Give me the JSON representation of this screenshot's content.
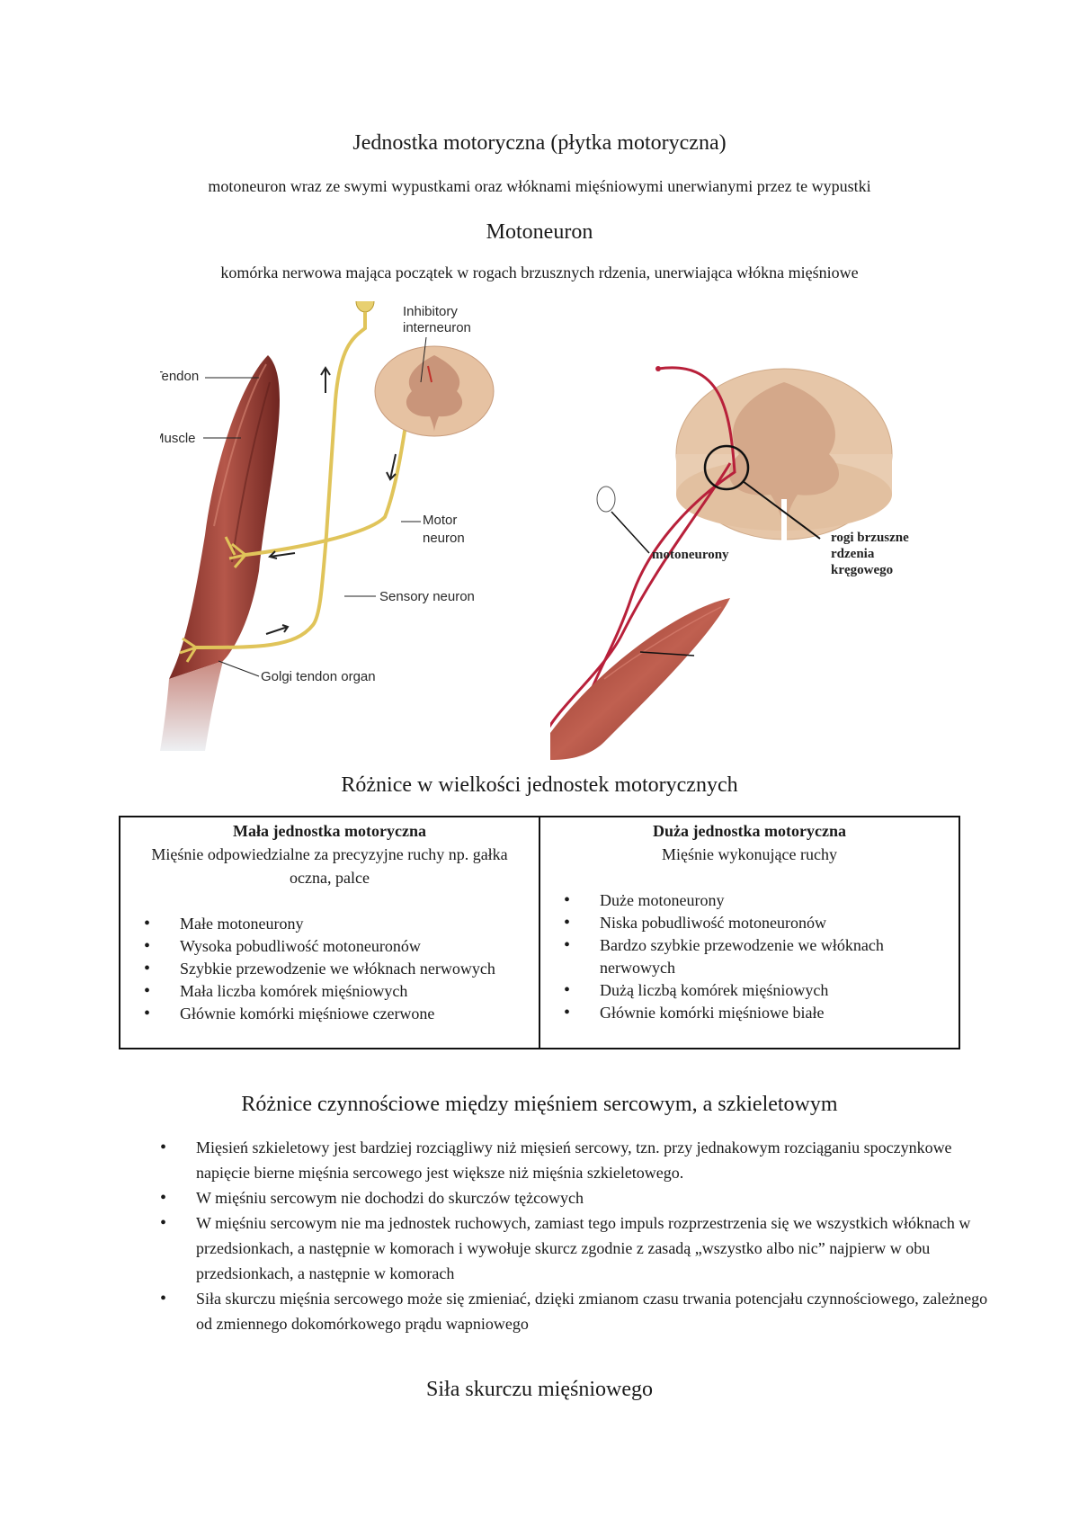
{
  "titles": {
    "motor_unit": "Jednostka motoryczna (płytka motoryczna)",
    "motor_unit_def": "motoneuron wraz ze swymi wypustkami oraz włóknami mięśniowymi unerwianymi przez te wypustki",
    "motoneuron": "Motoneuron",
    "motoneuron_def": "komórka nerwowa mająca początek w rogach brzusznych rdzenia, unerwiająca włókna mięśniowe",
    "size_diff": "Różnice w wielkości jednostek motorycznych",
    "func_diff": "Różnice czynnościowe między mięśniem sercowym, a szkieletowym",
    "force": "Siła skurczu mięśniowego"
  },
  "figure_left": {
    "labels": {
      "inhibitory1": "Inhibitory",
      "inhibitory2": "interneuron",
      "tendon": "Tendon",
      "muscle": "Muscle",
      "motor1": "Motor",
      "motor2": "neuron",
      "sensory": "Sensory neuron",
      "golgi": "Golgi tendon organ"
    }
  },
  "figure_right": {
    "labels": {
      "motoneurony": "motoneurony",
      "rogi1": "rogi brzuszne",
      "rogi2": "rdzenia",
      "rogi3": "kręgowego"
    }
  },
  "comparison": {
    "small": {
      "title": "Mała jednostka motoryczna",
      "desc": "Mięśnie odpowiedzialne za precyzyjne ruchy np. gałka oczna, palce",
      "items": [
        "Małe motoneurony",
        "Wysoka pobudliwość motoneuronów",
        "Szybkie przewodzenie we włóknach nerwowych",
        "Mała liczba komórek mięśniowych",
        "Głównie komórki mięśniowe czerwone"
      ]
    },
    "large": {
      "title": "Duża jednostka motoryczna",
      "desc": "Mięśnie wykonujące ruchy",
      "items": [
        "Duże motoneurony",
        "Niska pobudliwość motoneuronów",
        "Bardzo szybkie przewodzenie we włóknach nerwowych",
        "Dużą liczbą komórek mięśniowych",
        "Głównie komórki mięśniowe białe"
      ]
    }
  },
  "functional": [
    "Mięsień szkieletowy jest bardziej rozciągliwy niż mięsień sercowy, tzn. przy jednakowym rozciąganiu spoczynkowe napięcie bierne mięśnia sercowego jest większe  niż mięśnia szkieletowego.",
    "W mięśniu sercowym nie dochodzi do skurczów tężcowych",
    "W mięśniu sercowym nie ma jednostek ruchowych, zamiast tego impuls rozprzestrzenia się we wszystkich włóknach w przedsionkach, a następnie w komorach i wywołuje skurcz zgodnie z zasadą „wszystko albo nic” najpierw w obu przedsionkach, a następnie w komorach",
    "Siła skurczu mięśnia sercowego może  się zmieniać, dzięki zmianom czasu trwania potencjału czynnościowego, zależnego od zmiennego dokomórkowego prądu wapniowego"
  ]
}
